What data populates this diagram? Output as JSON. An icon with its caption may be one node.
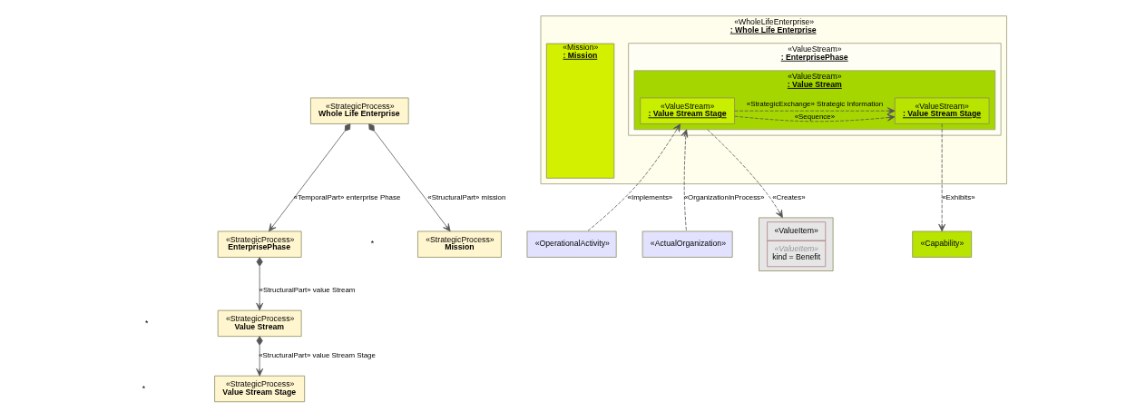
{
  "diagram": {
    "nodes": [
      {
        "text": [
          "«StrategicProcess»",
          "Whole Life Enterprise"
        ]
      },
      {
        "text": [
          "«StrategicProcess»",
          "EnterprisePhase"
        ]
      },
      {
        "text": [
          "«StrategicProcess»",
          "Mission"
        ]
      },
      {
        "text": [
          "«StrategicProcess»",
          "Value Stream"
        ]
      },
      {
        "text": [
          "«StrategicProcess»",
          "Value Stream Stage"
        ]
      },
      {
        "text": [
          "«WholeLifeEnterprise»",
          ": Whole Life Enterprise"
        ]
      },
      {
        "text": [
          "«ValueStream»",
          ": EnterprisePhase"
        ],
        "in": 5
      },
      {
        "text": [
          "«ValueStream»",
          ": Value Stream"
        ],
        "in": 6
      },
      {
        "text": [
          "«ValueStream»",
          ": Value Stream Stage"
        ],
        "in": 7
      },
      {
        "text": [
          "«ValueStream»",
          ": Value Stream Stage"
        ],
        "in": 7
      },
      {
        "text": [
          "«Mission»",
          ": Mission"
        ],
        "in": 5
      },
      {
        "text": [
          "«OperationalActivity»"
        ]
      },
      {
        "text": [
          "«ActualOrganization»"
        ]
      },
      {
        "text": [
          "«Capability»"
        ]
      },
      {
        "text": [
          "«ValueItem»",
          "«ValueItem»",
          "kind = Benefit"
        ]
      }
    ],
    "edges": [
      {
        "from": 0,
        "to": 1,
        "arrow": "to",
        "label": "«TemporalPart» enterprise Phase"
      },
      {
        "from": 0,
        "to": 2,
        "arrow": "to",
        "label": "«StructuralPart» mission"
      },
      {
        "from": 1,
        "to": 3,
        "arrow": "to",
        "label": "«StructuralPart» value Stream"
      },
      {
        "from": 3,
        "to": 4,
        "arrow": "to",
        "label": "«StructuralPart» value Stream Stage"
      },
      {
        "from": 8,
        "to": 9,
        "arrow": "to",
        "style": "dashed",
        "label": "«StrategicExchange» Strategic Information"
      },
      {
        "from": 8,
        "to": 9,
        "arrow": "to",
        "style": "dashed",
        "label": "«Sequence»"
      },
      {
        "from": 11,
        "to": 8,
        "arrow": "to",
        "style": "dashed",
        "label": "«Implements»"
      },
      {
        "from": 12,
        "to": 7,
        "arrow": "to",
        "style": "dashed",
        "label": "«OrganizationInProcess»"
      },
      {
        "from": 9,
        "to": 13,
        "arrow": "to",
        "style": "dashed",
        "label": "«Exhibits»"
      },
      {
        "from": 7,
        "to": 14,
        "arrow": "to",
        "style": "dashed",
        "label": "«Creates»"
      }
    ],
    "labels": [
      "*",
      "*",
      "*"
    ]
  }
}
